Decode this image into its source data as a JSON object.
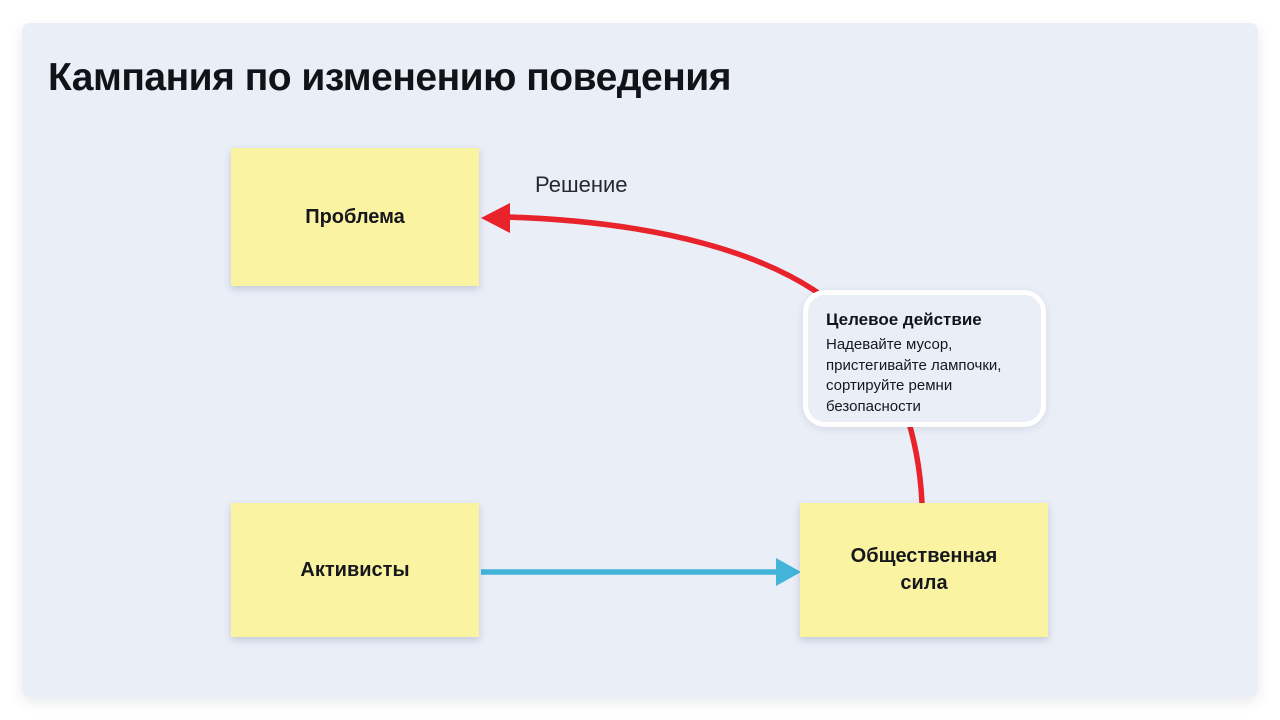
{
  "page": {
    "title": "Кампания по изменению поведения"
  },
  "diagram": {
    "nodes": [
      {
        "id": "problema",
        "label": "Проблема",
        "color": "#faf3a2"
      },
      {
        "id": "aktivisty",
        "label": "Активисты",
        "color": "#faf3a2"
      },
      {
        "id": "obshchestvennaya-sila",
        "label": "Общественная сила",
        "color": "#faf3a2"
      }
    ],
    "connectors": [
      {
        "id": "resheniye-connector",
        "label": "Решение",
        "from": "obshchestvennaya-sila",
        "to": "problema",
        "color": "#e8232b",
        "style": "curved-arrow"
      },
      {
        "id": "aktivisty-to-sila-connector",
        "label": "",
        "from": "aktivisty",
        "to": "obshchestvennaya-sila",
        "color": "#42b5d8",
        "style": "straight-arrow"
      }
    ],
    "callout": {
      "title": "Целевое действие",
      "body": "Надевайте мусор, пристегивайте лампочки, сортируйте ремни безопасности"
    },
    "colors": {
      "board_background": "#e9eef7",
      "sticky_yellow": "#faf3a2",
      "connector_red": "#e8232b",
      "connector_blue": "#42b5d8",
      "callout_border": "#ffffff"
    }
  }
}
